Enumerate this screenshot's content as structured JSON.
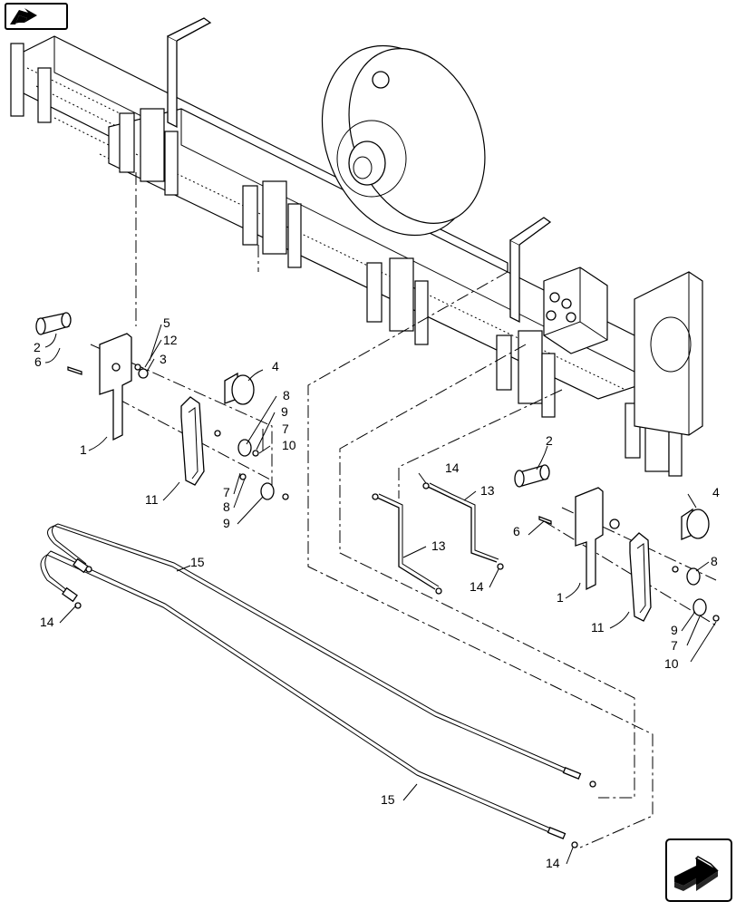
{
  "navigation": {
    "back_icon": "back-arrow-icon",
    "next_icon": "next-arrow-icon"
  },
  "callouts": {
    "c1_left": "1",
    "c2_left": "2",
    "c3_left": "3",
    "c4_left": "4",
    "c5_left": "5",
    "c6_left": "6",
    "c7_left_a": "7",
    "c7_left_b": "7",
    "c8_left_a": "8",
    "c8_left_b": "8",
    "c9_left_a": "9",
    "c9_left_b": "9",
    "c10_left": "10",
    "c11_left": "11",
    "c12_left": "12",
    "c13_a": "13",
    "c13_b": "13",
    "c14_a": "14",
    "c14_b": "14",
    "c14_c": "14",
    "c14_d": "14",
    "c15_a": "15",
    "c15_b": "15",
    "c1_right": "1",
    "c2_right": "2",
    "c4_right": "4",
    "c6_right": "6",
    "c7_right": "7",
    "c8_right": "8",
    "c9_right": "9",
    "c10_right": "10",
    "c11_right": "11"
  }
}
